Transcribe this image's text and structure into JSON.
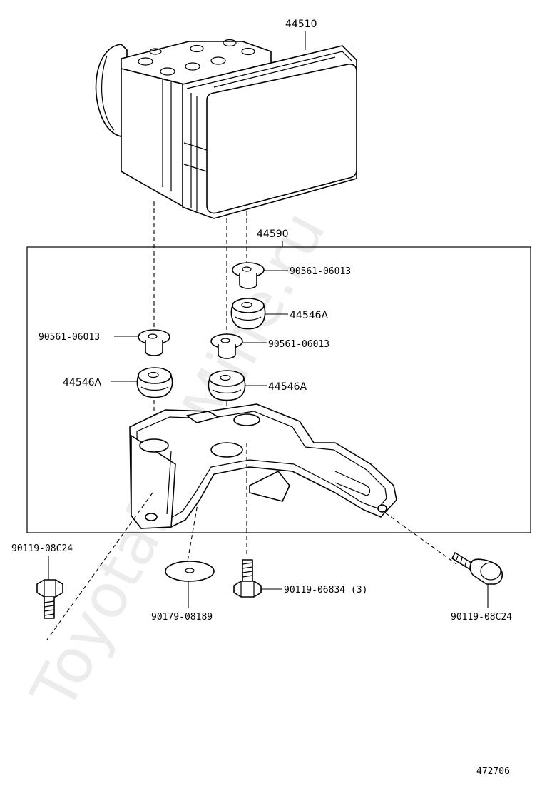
{
  "watermark": "ToyotaPartMine.ru",
  "figure_number": "472706",
  "labels": {
    "actuator": "44510",
    "bracket_assembly": "44590",
    "collar_top_right": "90561-06013",
    "cushion_top_right": "44546A",
    "collar_middle": "90561-06013",
    "collar_left": "90561-06013",
    "cushion_left": "44546A",
    "cushion_middle": "44546A",
    "bolt_left": "90119-08C24",
    "washer": "90179-08189",
    "bolt_center": "90119-06834 (3)",
    "bolt_right": "90119-08C24"
  }
}
